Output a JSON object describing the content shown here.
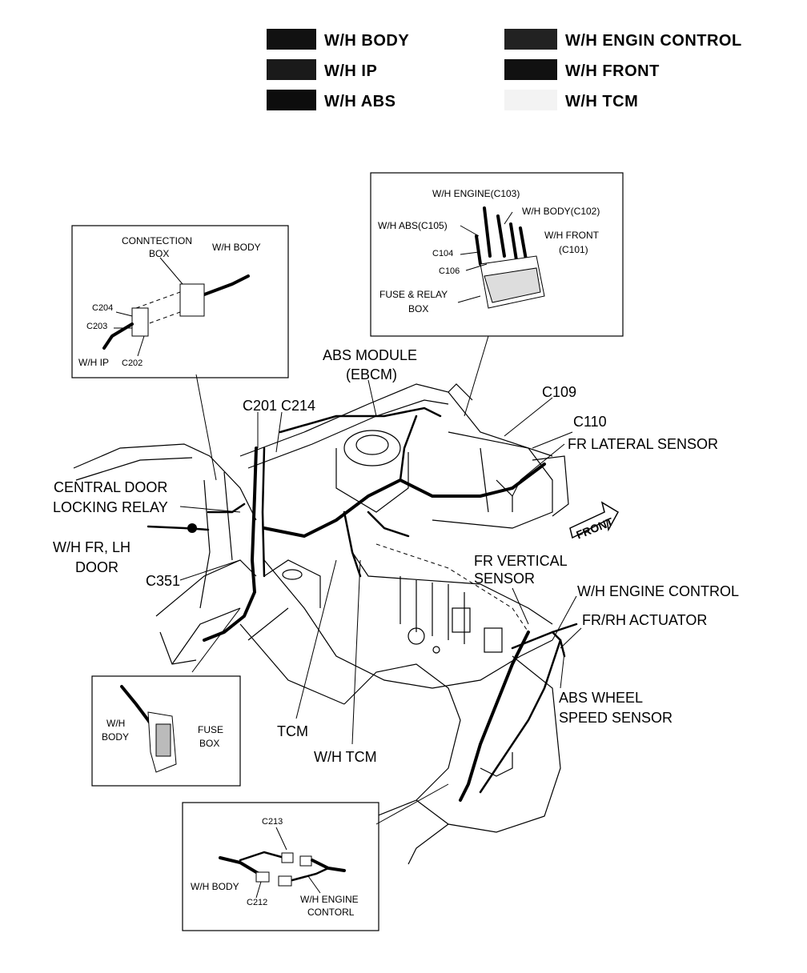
{
  "legend": {
    "items": [
      {
        "label": "W/H BODY",
        "swatch": "#111111"
      },
      {
        "label": "W/H IP",
        "swatch": "#1a1a1a"
      },
      {
        "label": "W/H ABS",
        "swatch": "#0d0d0d"
      },
      {
        "label": "W/H ENGIN CONTROL",
        "swatch": "#222222"
      },
      {
        "label": "W/H FRONT",
        "swatch": "#111111"
      },
      {
        "label": "W/H TCM",
        "swatch": "#eeeeee"
      }
    ]
  },
  "inset_connection_box": {
    "connection_box": "CONNTECTION",
    "connection_box_2": "BOX",
    "wh_body": "W/H BODY",
    "c204": "C204",
    "c203": "C203",
    "wh_ip": "W/H  IP",
    "c202": "C202"
  },
  "inset_fuse_relay": {
    "wh_engine": "W/H ENGINE(C103)",
    "wh_body": "W/H BODY(C102)",
    "wh_abs": "W/H ABS(C105)",
    "wh_front": "W/H FRONT",
    "c101": "(C101)",
    "c104": "C104",
    "c106": "C106",
    "fuse_relay": "FUSE & RELAY",
    "box": "BOX"
  },
  "inset_fuse_box": {
    "wh": "W/H",
    "body": "BODY",
    "fuse": "FUSE",
    "box": "BOX"
  },
  "inset_c213": {
    "c213": "C213",
    "wh_body": "W/H BODY",
    "c212": "C212",
    "wh_engine": "W/H ENGINE",
    "contorl": "CONTORL"
  },
  "callouts": {
    "abs_module": "ABS MODULE",
    "ebcm": "(EBCM)",
    "c109": "C109",
    "c110": "C110",
    "fr_lateral": "FR LATERAL SENSOR",
    "c201_c214": "C201 C214",
    "central_door": "CENTRAL DOOR",
    "locking_relay": "LOCKING RELAY",
    "wh_fr_lh": "W/H FR, LH",
    "door": "DOOR",
    "c351": "C351",
    "fr_vertical": "FR VERTICAL",
    "sensor": "SENSOR",
    "wh_engine_control": "W/H ENGINE CONTROL",
    "fr_rh_actuator": "FR/RH ACTUATOR",
    "abs_wheel": "ABS WHEEL",
    "speed_sensor": "SPEED SENSOR",
    "tcm": "TCM",
    "wh_tcm": "W/H TCM",
    "front": "FRONT"
  }
}
